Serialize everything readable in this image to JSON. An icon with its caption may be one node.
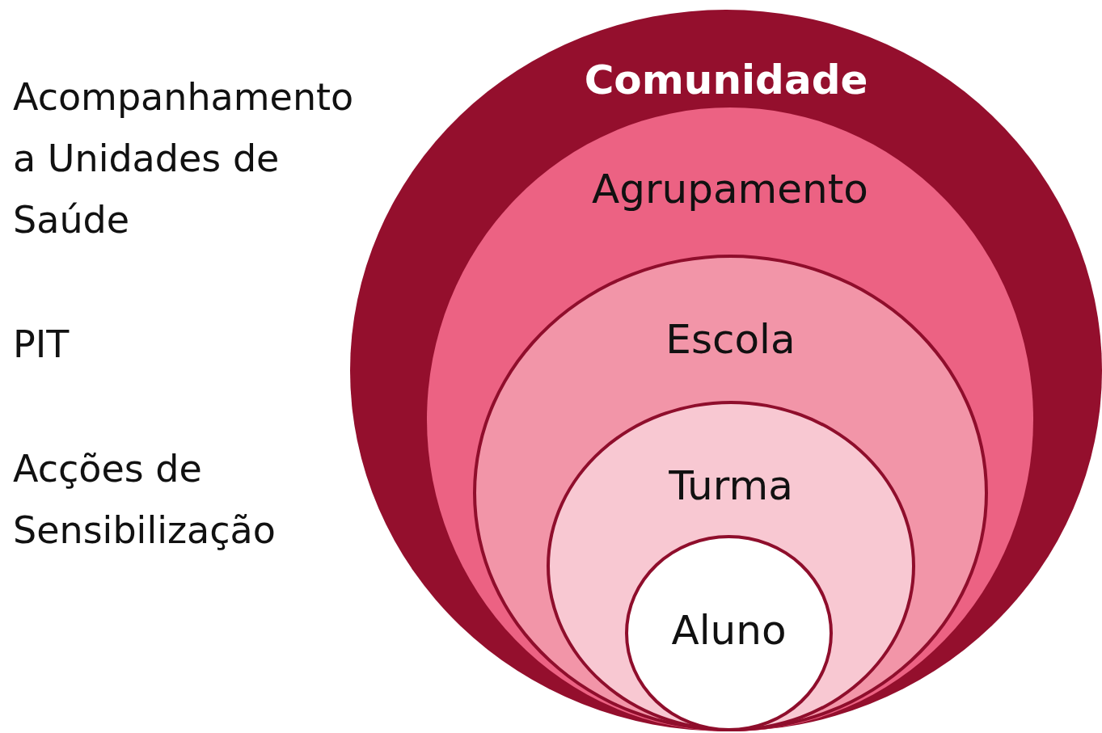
{
  "diagram": {
    "nodes": [
      {
        "text": [
          "Comunidade"
        ]
      },
      {
        "text": [
          "Agrupamento"
        ],
        "in": 0
      },
      {
        "text": [
          "Escola"
        ],
        "in": 1
      },
      {
        "text": [
          "Turma"
        ],
        "in": 2
      },
      {
        "text": [
          "Aluno"
        ],
        "in": 3
      }
    ],
    "labels": [
      "Acompanhamento a Unidades de Saúde",
      "PIT",
      "Acções de Sensibilização"
    ]
  }
}
